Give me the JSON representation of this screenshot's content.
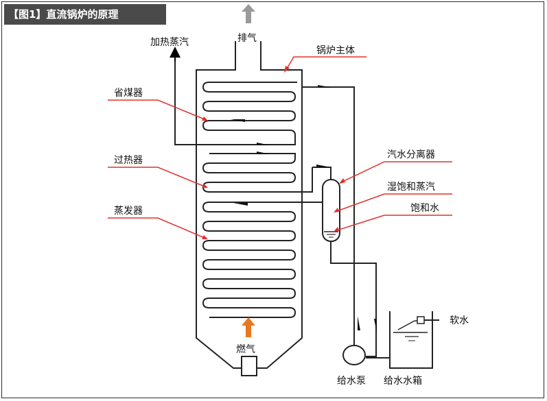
{
  "title": "【图1】直流锅炉的原理",
  "labels": {
    "exhaust": "排气",
    "superheated_steam_out": "加热蒸汽",
    "boiler_body": "锅炉主体",
    "economizer": "省煤器",
    "superheater": "过热器",
    "evaporator": "蒸发器",
    "steam_water_separator": "汽水分离器",
    "wet_saturated_steam": "湿饱和蒸汽",
    "saturated_water": "饱和水",
    "soft_water": "软水",
    "fuel_gas": "燃气",
    "feed_pump": "给水泵",
    "feed_water_tank": "给水水箱"
  },
  "colors": {
    "pointer": "#e0302a",
    "flow_arrow": "#e87722",
    "exhaust_arrow": "#9a9a9a",
    "title_bg": "#4a4a4a"
  },
  "icons": {
    "exhaust_arrow": "up-arrow-gray",
    "fuel_arrow": "up-arrow-orange"
  }
}
